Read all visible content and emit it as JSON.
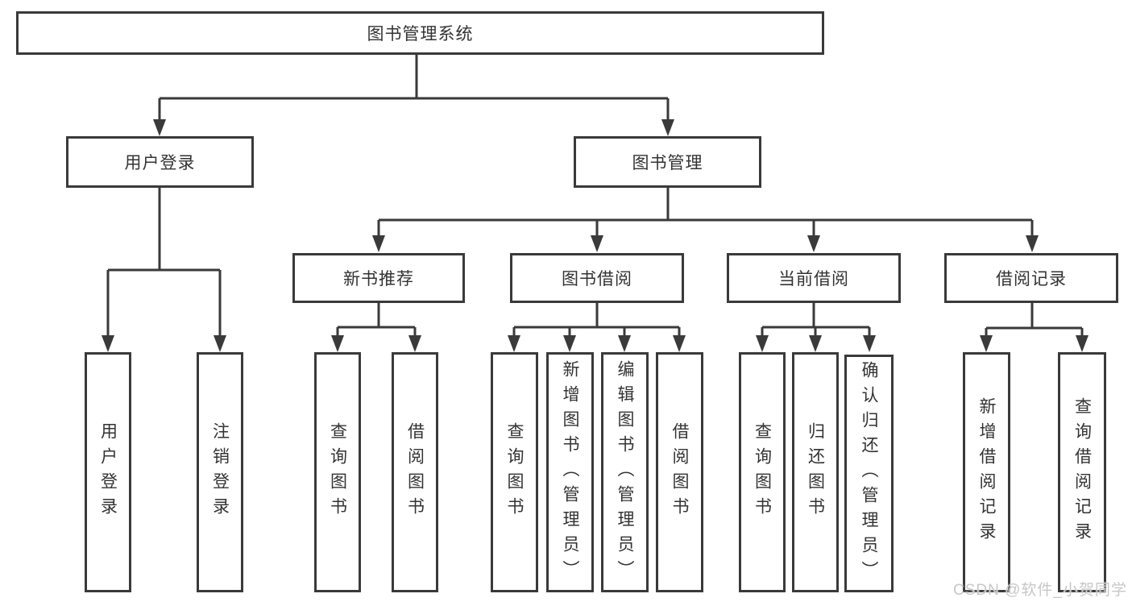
{
  "diagram_type": "tree-structure-chart",
  "colors": {
    "line": "#3a3a3a",
    "text": "#333333",
    "background": "#ffffff",
    "watermark": "#c7c7c7"
  },
  "tree": {
    "label": "图书管理系统",
    "children": [
      {
        "label": "用户登录",
        "children": [
          {
            "label": "用户登录"
          },
          {
            "label": "注销登录"
          }
        ]
      },
      {
        "label": "图书管理",
        "children": [
          {
            "label": "新书推荐",
            "children": [
              {
                "label": "查询图书"
              },
              {
                "label": "借阅图书"
              }
            ]
          },
          {
            "label": "图书借阅",
            "children": [
              {
                "label": "查询图书"
              },
              {
                "label": "新增图书（管理员）"
              },
              {
                "label": "编辑图书（管理员）"
              },
              {
                "label": "借阅图书"
              }
            ]
          },
          {
            "label": "当前借阅",
            "children": [
              {
                "label": "查询图书"
              },
              {
                "label": "归还图书"
              },
              {
                "label": "确认归还（管理员）"
              }
            ]
          },
          {
            "label": "借阅记录",
            "children": [
              {
                "label": "新增借阅记录"
              },
              {
                "label": "查询借阅记录"
              }
            ]
          }
        ]
      }
    ]
  },
  "watermark": {
    "text": "CSDN @软件_小贺同学"
  }
}
